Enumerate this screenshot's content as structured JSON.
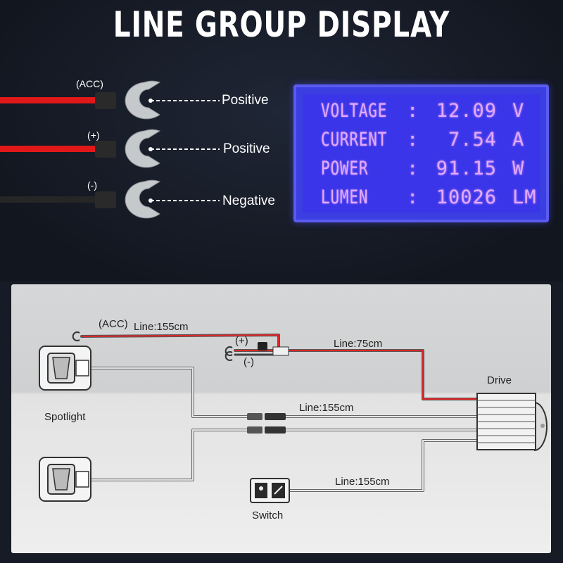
{
  "title": "LINE GROUP DISPLAY",
  "wires": [
    {
      "tag": "(ACC)",
      "label": "Positive",
      "color": "#e01818"
    },
    {
      "tag": "(+)",
      "label": "Positive",
      "color": "#e01818"
    },
    {
      "tag": "(-)",
      "label": "Negative",
      "color": "#222222"
    }
  ],
  "lcd": {
    "rows": [
      {
        "name": "VOLTAGE",
        "colon": ":",
        "value": "12.09",
        "unit": "V"
      },
      {
        "name": "CURRENT",
        "colon": ":",
        "value": "7.54",
        "unit": "A"
      },
      {
        "name": "POWER",
        "colon": ":",
        "value": "91.15",
        "unit": "W"
      },
      {
        "name": "LUMEN",
        "colon": ":",
        "value": "10026",
        "unit": "LM"
      }
    ]
  },
  "diagram": {
    "acc_tag": "(ACC)",
    "acc_line": "Line:155cm",
    "plus_tag": "(+)",
    "minus_tag": "(-)",
    "drive_line": "Line:75cm",
    "drive_label": "Drive",
    "spotlight_label": "Spotlight",
    "light_line": "Line:155cm",
    "switch_line": "Line:155cm",
    "switch_label": "Switch"
  }
}
